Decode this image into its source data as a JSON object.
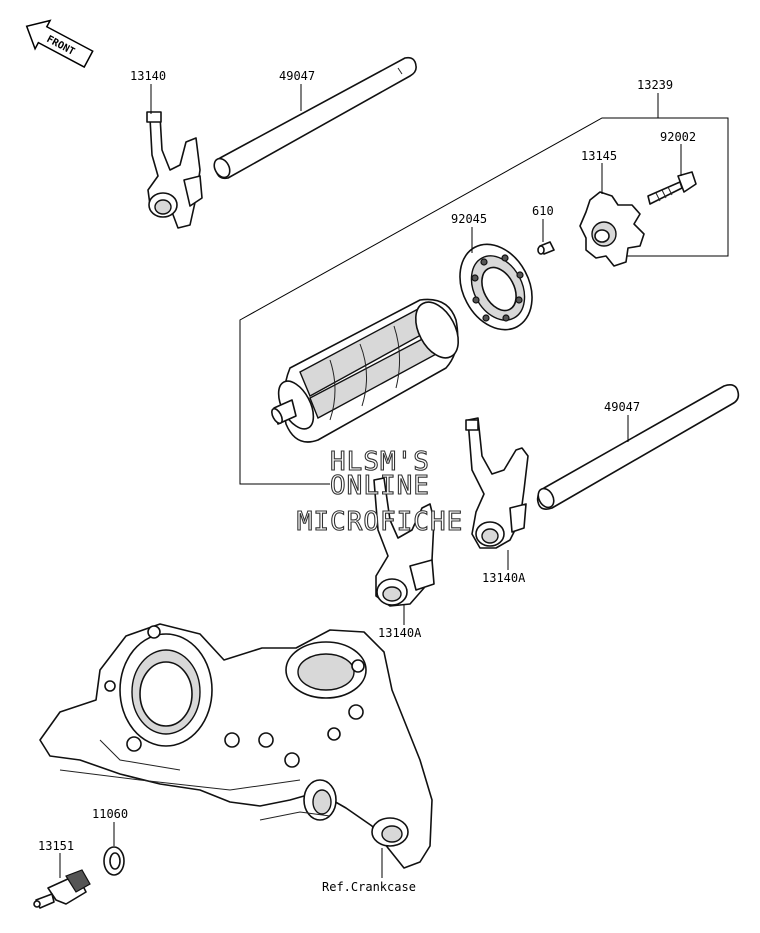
{
  "front_badge": {
    "text": "FRONT"
  },
  "labels": {
    "p13140_top": "13140",
    "p49047_top": "49047",
    "p13239": "13239",
    "p92002": "92002",
    "p13145": "13145",
    "p92045": "92045",
    "p610": "610",
    "p49047_right": "49047",
    "p13140A_right": "13140A",
    "p13140A_mid": "13140A",
    "p11060": "11060",
    "p13151": "13151",
    "ref_crankcase": "Ref.Crankcase"
  },
  "watermark": {
    "line1": "HLSM'S",
    "line2": "ONLINE",
    "line3": "MICROFICHE"
  }
}
